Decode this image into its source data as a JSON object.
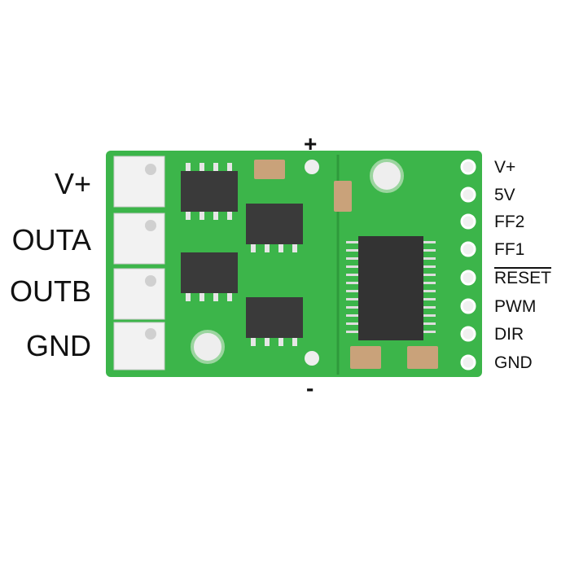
{
  "left_pins": [
    {
      "label": "V+"
    },
    {
      "label": "OUTA"
    },
    {
      "label": "OUTB"
    },
    {
      "label": "GND"
    }
  ],
  "right_pins": [
    {
      "label": "V+"
    },
    {
      "label": "5V"
    },
    {
      "label": "FF2"
    },
    {
      "label": "FF1"
    },
    {
      "label": "RESET",
      "overline": true
    },
    {
      "label": "PWM"
    },
    {
      "label": "DIR"
    },
    {
      "label": "GND"
    }
  ],
  "polarity": {
    "plus": "+",
    "minus": "-"
  },
  "colors": {
    "board": "#3cb54a",
    "trace": "#5fd065",
    "chip": "#3a3a3a",
    "pad": "#e8e8e8",
    "capacitor": "#c9a27a"
  }
}
